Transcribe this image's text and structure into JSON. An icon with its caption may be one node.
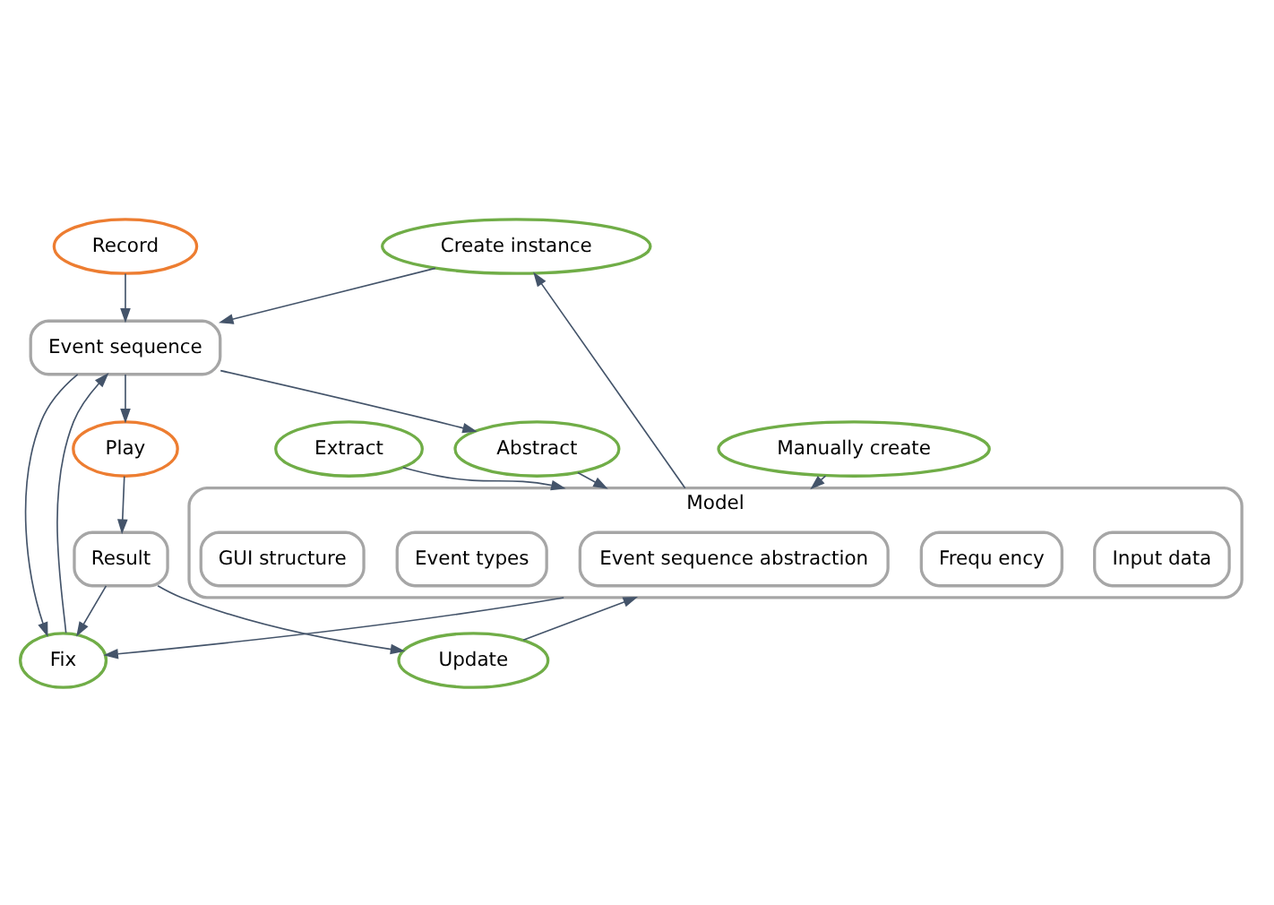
{
  "diagram": {
    "nodes": [
      {
        "text": [
          "Record"
        ]
      },
      {
        "text": [
          "Event sequence"
        ]
      },
      {
        "text": [
          "Create instance"
        ]
      },
      {
        "text": [
          "Play"
        ]
      },
      {
        "text": [
          "Extract"
        ]
      },
      {
        "text": [
          "Abstract"
        ]
      },
      {
        "text": [
          "Manually create"
        ]
      },
      {
        "text": [
          "Result"
        ]
      },
      {
        "text": [
          "Model"
        ]
      },
      {
        "text": [
          "Input data"
        ],
        "in": 8
      },
      {
        "text": [
          "Frequ ency"
        ],
        "in": 8
      },
      {
        "text": [
          "Event sequence abstraction"
        ],
        "in": 8
      },
      {
        "text": [
          "Event types"
        ],
        "in": 8
      },
      {
        "text": [
          "GUI structure"
        ],
        "in": 8
      },
      {
        "text": [
          "Fix"
        ]
      },
      {
        "text": [
          "Update"
        ]
      }
    ],
    "edges": [
      {
        "from": 0,
        "to": 1,
        "arrow": "to"
      },
      {
        "from": 2,
        "to": 1,
        "arrow": "to"
      },
      {
        "from": 1,
        "to": 3,
        "arrow": "to"
      },
      {
        "from": 1,
        "to": 5,
        "arrow": "to"
      },
      {
        "from": 1,
        "to": 14,
        "arrow": "to"
      },
      {
        "from": 14,
        "to": 1,
        "arrow": "to"
      },
      {
        "from": 3,
        "to": 7,
        "arrow": "to"
      },
      {
        "from": 4,
        "to": 8,
        "arrow": "to"
      },
      {
        "from": 5,
        "to": 8,
        "arrow": "to"
      },
      {
        "from": 6,
        "to": 8,
        "arrow": "to"
      },
      {
        "from": 8,
        "to": 2,
        "arrow": "to"
      },
      {
        "from": 7,
        "to": 14,
        "arrow": "to"
      },
      {
        "from": 7,
        "to": 15,
        "arrow": "to"
      },
      {
        "from": 8,
        "to": 14,
        "arrow": "to"
      },
      {
        "from": 15,
        "to": 8,
        "arrow": "to"
      }
    ]
  }
}
